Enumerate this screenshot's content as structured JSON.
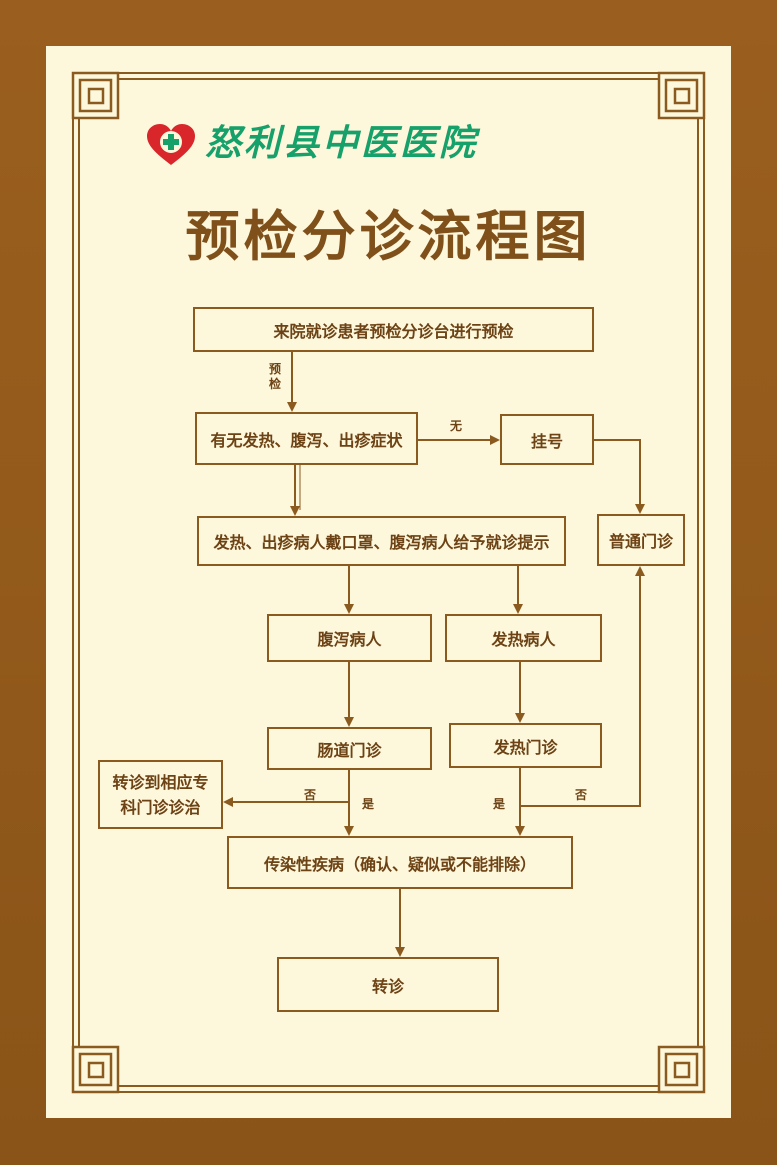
{
  "hospital": {
    "name": "怒利县中医医院",
    "logo_icon": "heart-cross-icon",
    "logo_colors": {
      "heart": "#d8262a",
      "cross": "#16a06a"
    }
  },
  "title": "预检分诊流程图",
  "colors": {
    "outer_border": "#8a5418",
    "paper": "#fdf7dc",
    "line": "#8a5a1f",
    "text": "#6d4315",
    "title": "#80501a",
    "logo_text": "#16a06a"
  },
  "nodes": {
    "start": "来院就诊患者预检分诊台进行预检",
    "symptom_check": "有无发热、腹泻、出疹症状",
    "register": "挂号",
    "general_clinic": "普通门诊",
    "prompt": "发热、出疹病人戴口罩、腹泻病人给予就诊提示",
    "diarrhea_patient": "腹泻病人",
    "fever_patient": "发热病人",
    "intestinal_clinic": "肠道门诊",
    "fever_clinic": "发热门诊",
    "specialty_referral": "转诊到相应专科门诊诊治",
    "infectious_disease": "传染性疾病（确认、疑似或不能排除）",
    "transfer": "转诊"
  },
  "edge_labels": {
    "precheck": "预检",
    "none": "无",
    "no_left": "否",
    "yes_left": "是",
    "yes_right": "是",
    "no_right": "否"
  }
}
